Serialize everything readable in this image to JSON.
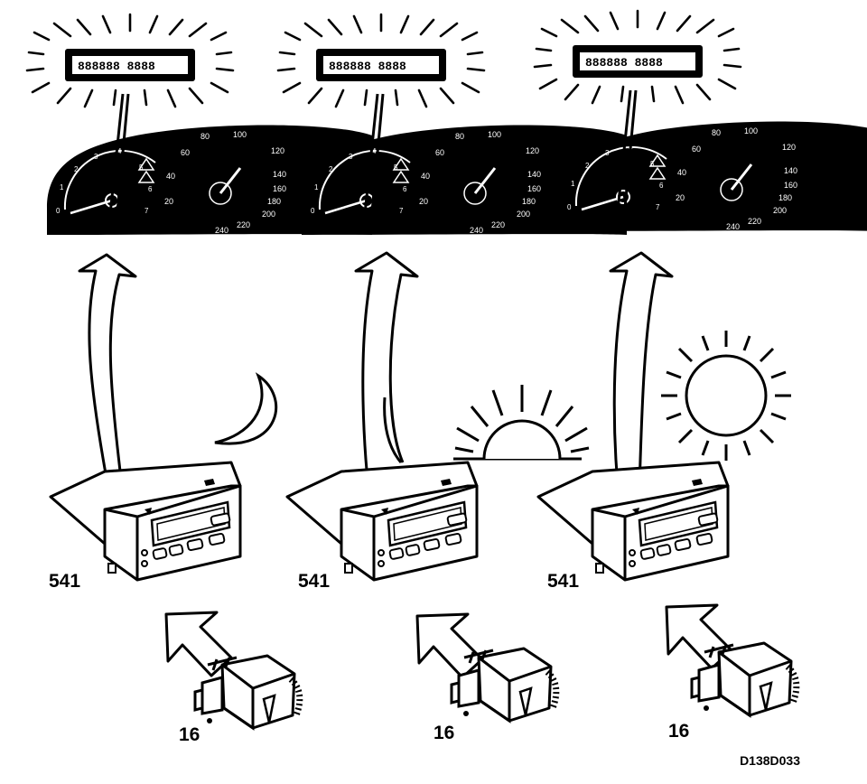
{
  "panels": [
    {
      "id": "night",
      "condition_icon": "moon-icon",
      "display_label": "541",
      "switch_label": "16"
    },
    {
      "id": "dusk",
      "condition_icon": "sunset-icon",
      "display_label": "541",
      "switch_label": "16"
    },
    {
      "id": "day",
      "condition_icon": "sun-icon",
      "display_label": "541",
      "switch_label": "16"
    }
  ],
  "gauge_ticks": [
    "20",
    "40",
    "60",
    "80",
    "100",
    "120",
    "140",
    "160",
    "180",
    "200",
    "220",
    "240"
  ],
  "rpm_ticks": [
    "0",
    "1",
    "2",
    "3",
    "4",
    "5",
    "6",
    "7"
  ],
  "figure_ref": "D138D033",
  "colors": {
    "ink": "#000000",
    "paper": "#ffffff"
  }
}
